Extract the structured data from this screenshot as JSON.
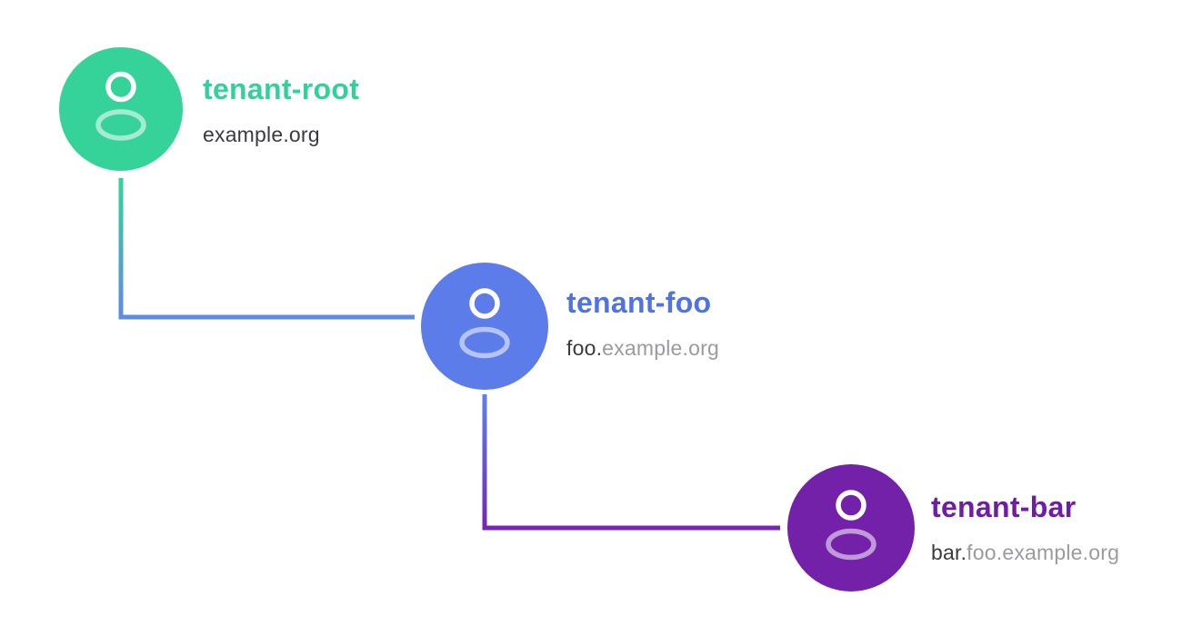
{
  "page": {
    "background_color": "#ffffff"
  },
  "diagram": {
    "type": "tenant-hierarchy-tree",
    "icon": "user-icon",
    "nodes": [
      {
        "label": "tenant-root",
        "domain_highlight": "example.org",
        "domain_rest": "",
        "circle_color": "#35d39a",
        "label_color": "#32d09a"
      },
      {
        "label": "tenant-foo",
        "domain_highlight": "foo.",
        "domain_rest": "example.org",
        "circle_color": "#5b7ce9",
        "label_color": "#4f72e7"
      },
      {
        "label": "tenant-bar",
        "domain_highlight": "bar.",
        "domain_rest": "foo.example.org",
        "circle_color": "#7321a9",
        "label_color": "#6f1ca6"
      }
    ],
    "connectors": [
      {
        "from": "tenant-root",
        "to": "tenant-foo",
        "from_color": "#35d39a",
        "to_color": "#5f8ae4"
      },
      {
        "from": "tenant-foo",
        "to": "tenant-bar",
        "from_color": "#5b84e8",
        "to_color": "#7627b2"
      }
    ],
    "text_colors": {
      "domain_highlight": "#3b3b3f",
      "domain_rest": "#999b9f"
    }
  }
}
